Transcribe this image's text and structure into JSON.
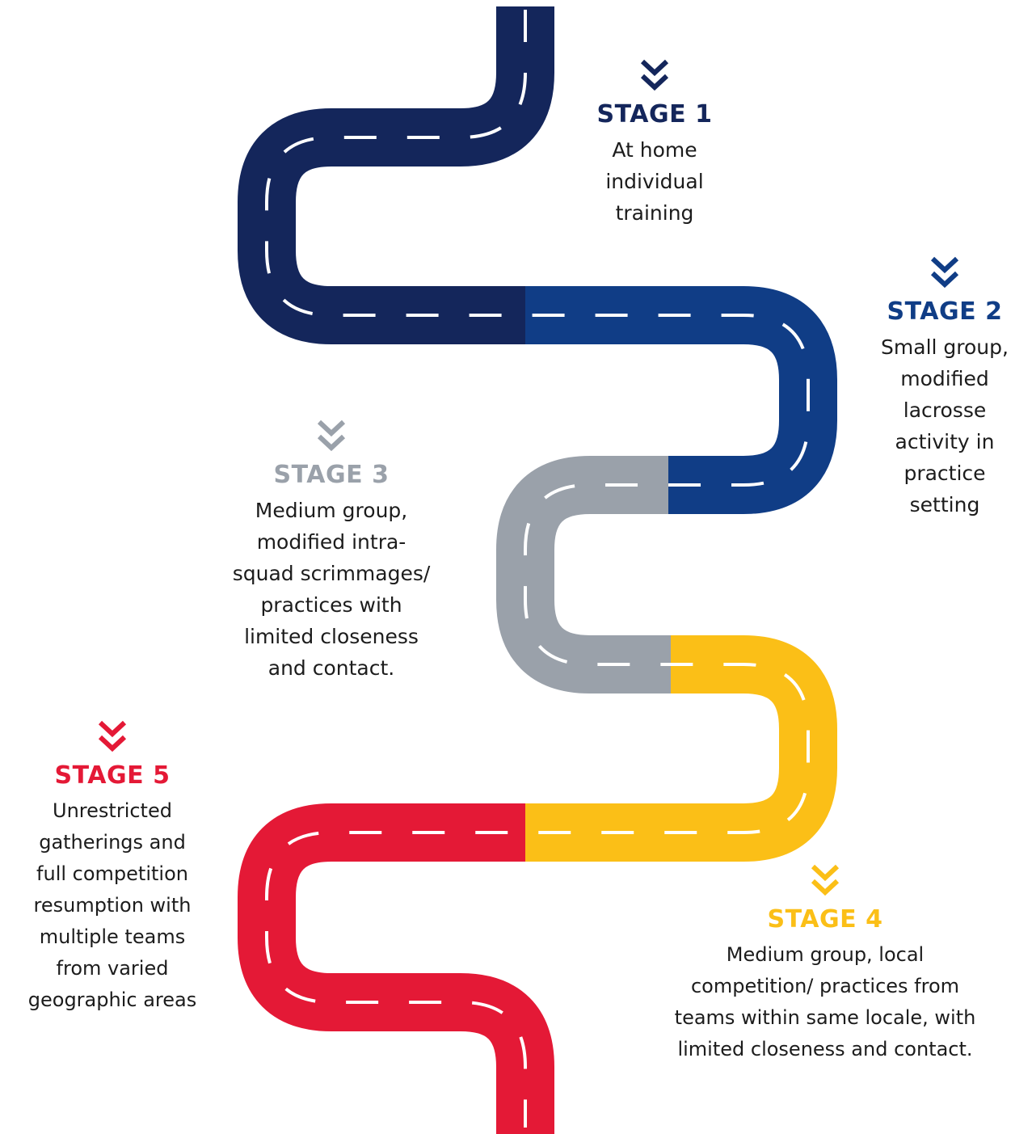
{
  "colors": {
    "stage1": "#14265b",
    "stage2": "#103d86",
    "stage3": "#9aa1aa",
    "stage4": "#fbbf17",
    "stage5": "#e41936",
    "dash": "#ffffff"
  },
  "stages": [
    {
      "title": "STAGE 1",
      "icon": "chevron-double-down-icon",
      "lines": [
        "At home",
        "individual",
        "training"
      ]
    },
    {
      "title": "STAGE 2",
      "icon": "chevron-double-down-icon",
      "lines": [
        "Small group,",
        "modified",
        "lacrosse",
        "activity in",
        "practice",
        "setting"
      ]
    },
    {
      "title": "STAGE 3",
      "icon": "chevron-double-down-icon",
      "lines": [
        "Medium group,",
        "modified intra-",
        "squad scrimmages/",
        "practices with",
        "limited closeness",
        "and contact."
      ]
    },
    {
      "title": "STAGE 4",
      "icon": "chevron-double-down-icon",
      "lines": [
        "Medium group, local",
        "competition/ practices from",
        "teams within same locale, with",
        "limited closeness and contact."
      ]
    },
    {
      "title": "STAGE 5",
      "icon": "chevron-double-down-icon",
      "lines": [
        "Unrestricted",
        "gatherings and",
        "full competition",
        "resumption with",
        "multiple teams",
        "from varied",
        "geographic areas"
      ]
    }
  ]
}
